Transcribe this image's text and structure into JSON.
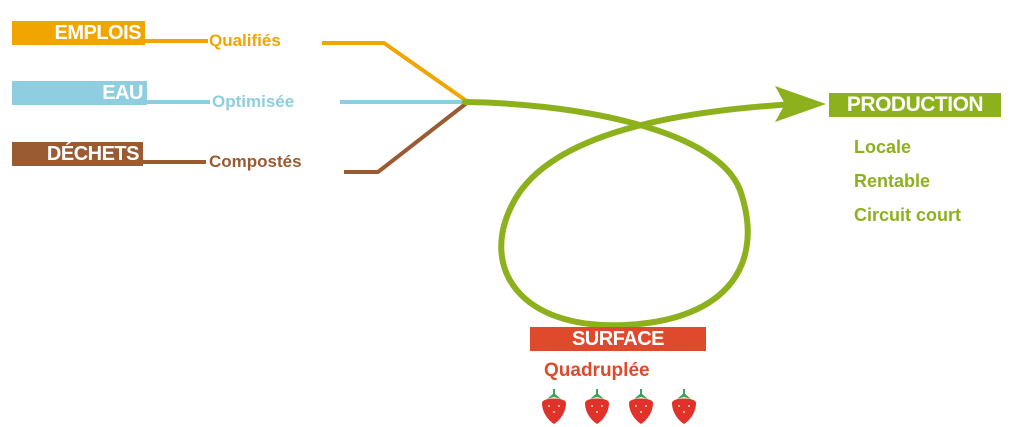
{
  "inputs": [
    {
      "label": "EMPLOIS",
      "qualifier": "Qualifiés",
      "color": "#f0a500"
    },
    {
      "label": "EAU",
      "qualifier": "Optimisée",
      "color": "#8fcde0"
    },
    {
      "label": "DÉCHETS",
      "qualifier": "Compostés",
      "color": "#9a5a32"
    }
  ],
  "output": {
    "label": "PRODUCTION",
    "color": "#8db01d",
    "items": [
      "Locale",
      "Rentable",
      "Circuit court"
    ]
  },
  "surface": {
    "label": "SURFACE",
    "qualifier": "Quadruplée",
    "color": "#e04a2c",
    "icons": [
      "strawberry-icon",
      "strawberry-icon",
      "strawberry-icon",
      "strawberry-icon"
    ]
  },
  "flow_color": "#8db01d"
}
